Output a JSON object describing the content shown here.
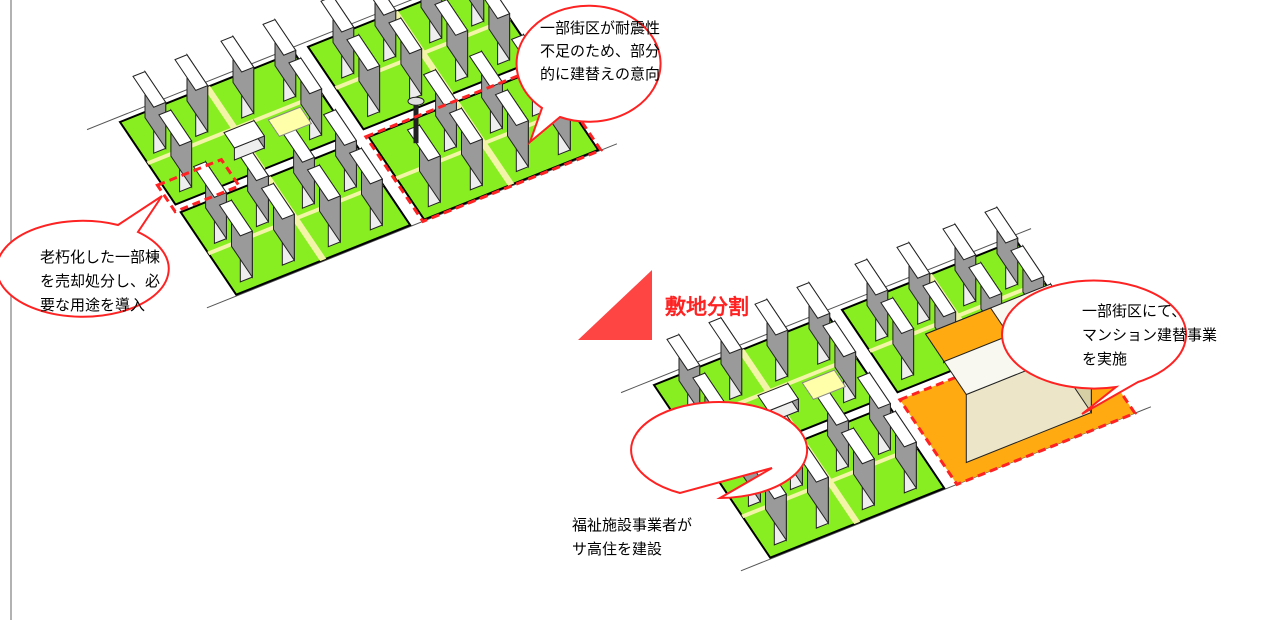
{
  "colors": {
    "lawn": "#88ee22",
    "path": "#f4f4a8",
    "plot": "#ffffaa",
    "accent_red": "#ff2222",
    "building_front": "#eeeeee",
    "building_side": "#9a9a9a",
    "demolished_lot": "#ff6a6a",
    "rebuild_lot": "#ffaa11",
    "new_building_top": "#f8f8f0",
    "new_building_front": "#ede5c8",
    "new_building_side": "#d6cfa5"
  },
  "callouts": {
    "earthquake": {
      "lines": [
        "一部街区が耐震性",
        "不足のため、部分",
        "的に建替えの意向"
      ]
    },
    "aging_sale": {
      "lines": [
        "老朽化した一部棟",
        "を売却処分し、必",
        "要な用途を導入"
      ]
    },
    "rebuild": {
      "lines": [
        "一部街区にて、",
        "マンション建替事業",
        "を実施"
      ]
    },
    "welfare": {
      "lines": [
        "福祉施設事業者が",
        "サ高住を建設"
      ]
    }
  },
  "transition": {
    "label": "敷地分割",
    "arrow_icon": "triangle-arrow-icon"
  }
}
